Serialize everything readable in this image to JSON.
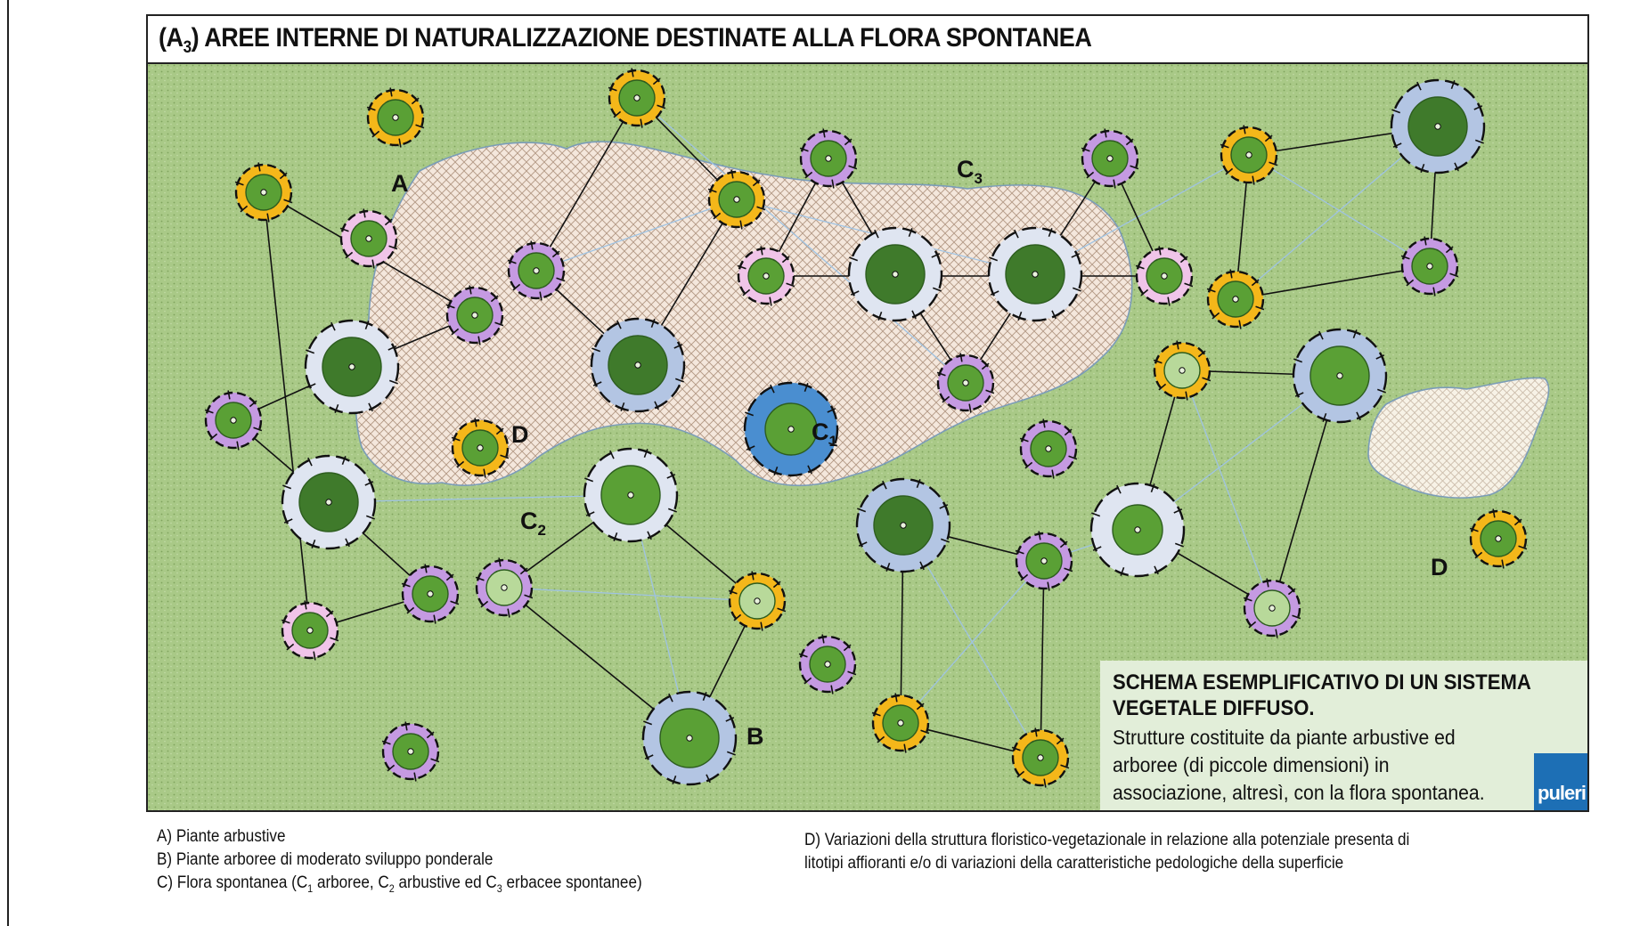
{
  "title": {
    "prefix": "(A",
    "sub": "3",
    "suffix": ") AREE INTERNE DI NATURALIZZAZIONE DESTINATE ALLA FLORA SPONTANEA"
  },
  "labels": {
    "A": "A",
    "B": "B",
    "D1": "D",
    "D2": "D",
    "C1": "C",
    "C1_sub": "1",
    "C2": "C",
    "C2_sub": "2",
    "C3": "C",
    "C3_sub": "3"
  },
  "info_box": {
    "title": "SCHEMA ESEMPLIFICATIVO DI UN SISTEMA\nVEGETALE DIFFUSO.",
    "body": "Strutture costituite da piante arbustive ed\narboree (di piccole dimensioni) in\nassociazione, altresì, con la flora spontanea."
  },
  "logo": "puleri",
  "legend_left": {
    "a": "A) Piante arbustive",
    "b": "B) Piante arboree di moderato sviluppo ponderale",
    "c_prefix": "C) Flora spontanea (C",
    "c_sub1": "1",
    "c_mid1": " arboree, C",
    "c_sub2": "2",
    "c_mid2": " arbustive ed C",
    "c_sub3": "3",
    "c_suffix": " erbacee spontanee)"
  },
  "legend_right": {
    "line1": "D) Variazioni della struttura floristico-vegetazionale in relazione alla potenziale presenta di",
    "line2": "litotipi affioranti e/o di variazioni della caratteristiche pedologiche della superficie"
  },
  "colors": {
    "meadow": "#a9c987",
    "rocky_area": "#f4e7dc",
    "dark_tree": "#3f7a2b",
    "light_tree": "#b8d99a",
    "mid_tree": "#5aa035",
    "halo_blue": "#b3c5e3",
    "halo_pale": "#dfe5f1",
    "halo_orange": "#f4b71a",
    "halo_purple": "#c59ae2",
    "halo_pink": "#f0c4e9",
    "halo_c1": "#4a8ed0",
    "info_box": "#e2eed9",
    "logo": "#1d6fb5"
  }
}
